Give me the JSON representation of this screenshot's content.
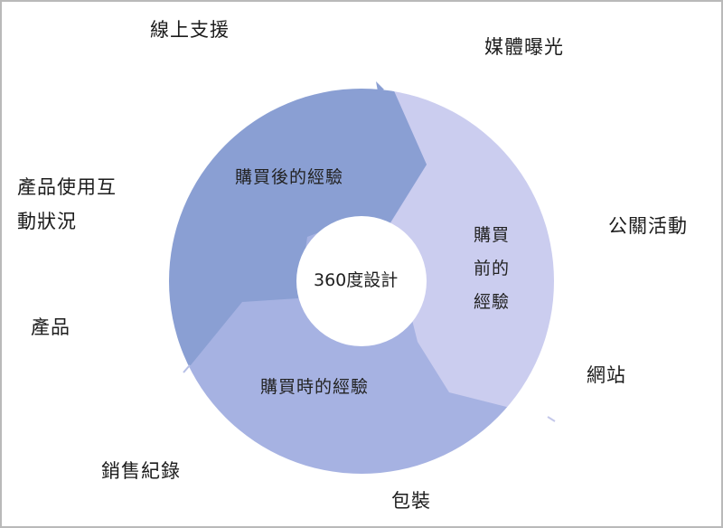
{
  "diagram": {
    "type": "cycle",
    "center": {
      "label": "360度設計"
    },
    "segments": [
      {
        "id": "pre",
        "label_lines": [
          "購買",
          "前的",
          "經驗"
        ],
        "color": "#cbcdef"
      },
      {
        "id": "during",
        "label": "購買時的經驗",
        "color": "#a6b2e2"
      },
      {
        "id": "post",
        "label": "購買後的經驗",
        "color": "#8a9fd3"
      }
    ],
    "outer_labels": [
      {
        "id": "online-support",
        "text": "線上支援"
      },
      {
        "id": "media-exposure",
        "text": "媒體曝光"
      },
      {
        "id": "pr-events",
        "text": "公關活動"
      },
      {
        "id": "website",
        "text": "網站"
      },
      {
        "id": "packaging",
        "text": "包裝"
      },
      {
        "id": "sales-records",
        "text": "銷售紀錄"
      },
      {
        "id": "product",
        "text": "產品"
      },
      {
        "id": "product-usage",
        "text_lines": [
          "產品使用互",
          "動狀況"
        ]
      }
    ]
  }
}
